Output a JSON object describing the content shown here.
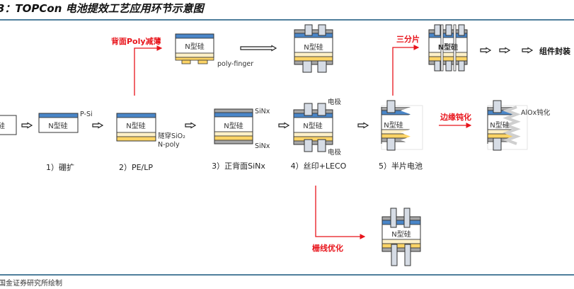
{
  "title": "3：TOPCon 电池提效工艺应用环节示意图",
  "source": "国金证券研究所绘制",
  "colors": {
    "accent_rule": "#4f7f9c",
    "highlight_red": "#e8141b",
    "blue_layer": "#4a86c8",
    "poly_layer": "#fcd466",
    "oxide_layer": "#fdf0c8",
    "sinx_layer": "#a6a6a6",
    "electrode": "#d6dce5"
  },
  "silicon_label": "N型硅",
  "left_partial_label": "硅",
  "steps": [
    {
      "caption": "1）硼扩",
      "labels": [
        "P-Si"
      ]
    },
    {
      "caption": "2）PE/LP",
      "labels": [
        "隧穿SiO₂",
        "N-poly"
      ]
    },
    {
      "caption": "3）正背面SiNx",
      "labels": [
        "SiNx",
        "SiNx"
      ]
    },
    {
      "caption": "4）丝印+LECO",
      "labels": [
        "电极",
        "电极"
      ]
    },
    {
      "caption": "5）半片电池",
      "labels": []
    }
  ],
  "improvements": {
    "poly_thinning": {
      "label": "背面Poly减薄",
      "finger_label": "poly-finger"
    },
    "triple_cut": {
      "label": "三分片"
    },
    "edge_passivation": {
      "label": "边缘钝化",
      "result_label": "AlOx钝化"
    },
    "grid_optimization": {
      "label": "栅线优化"
    }
  },
  "final_step": "组件封装",
  "icons": {
    "process_arrow": "hollow-right-arrow",
    "improvement_arrow": "red-elbow-arrow"
  }
}
